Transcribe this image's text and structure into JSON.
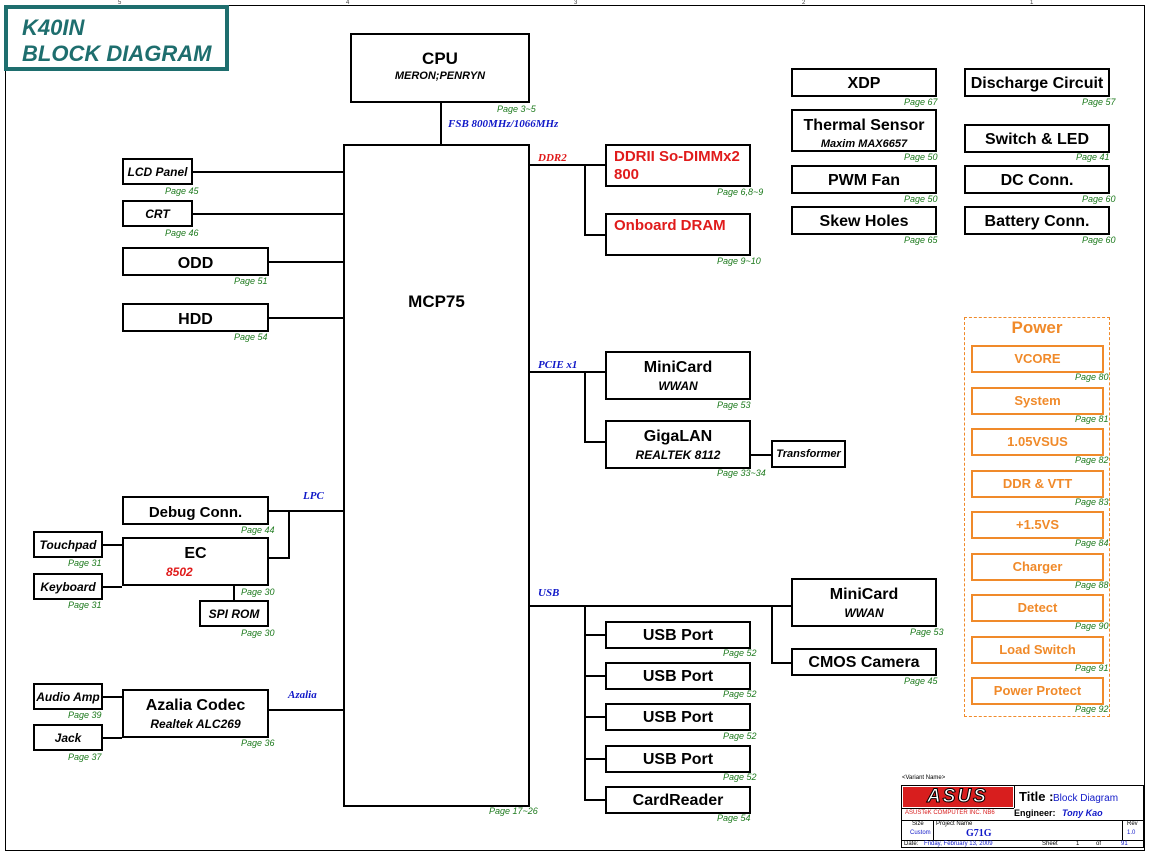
{
  "header": {
    "title_line1": "K40IN",
    "title_line2": "BLOCK DIAGRAM"
  },
  "cpu": {
    "name": "CPU",
    "sub": "MERON;PENRYN",
    "page": "Page 3~5"
  },
  "fsb": "FSB 800MHz/1066MHz",
  "mcp": {
    "name": "MCP75",
    "page": "Page 17~26"
  },
  "left": {
    "lcd": {
      "name": "LCD Panel",
      "page": "Page 45"
    },
    "crt": {
      "name": "CRT",
      "page": "Page 46"
    },
    "odd": {
      "name": "ODD",
      "page": "Page 51"
    },
    "hdd": {
      "name": "HDD",
      "page": "Page 54"
    },
    "debug": {
      "name": "Debug Conn.",
      "page": "Page 44"
    },
    "ec": {
      "name": "EC",
      "sub": "8502",
      "page": "Page 30"
    },
    "touchpad": {
      "name": "Touchpad",
      "page": "Page 31"
    },
    "keyboard": {
      "name": "Keyboard",
      "page": "Page 31"
    },
    "spirom": {
      "name": "SPI ROM",
      "page": "Page 30"
    },
    "audioamp": {
      "name": "Audio Amp",
      "page": "Page 39"
    },
    "jack": {
      "name": "Jack",
      "page": "Page 37"
    },
    "azalia_codec": {
      "name": "Azalia Codec",
      "sub": "Realtek ALC269",
      "page": "Page 36"
    }
  },
  "buses": {
    "ddr2": "DDR2",
    "pcie": "PCIE x1",
    "lpc": "LPC",
    "usb": "USB",
    "azalia": "Azalia"
  },
  "right": {
    "sodimm": {
      "line1": "DDRII So-DIMMx2",
      "line2": "800",
      "page": "Page 6,8~9"
    },
    "dram": {
      "name": "Onboard DRAM",
      "page": "Page 9~10"
    },
    "minicard1": {
      "name": "MiniCard",
      "sub": "WWAN",
      "page": "Page 53"
    },
    "gigalan": {
      "name": "GigaLAN",
      "sub": "REALTEK 8112",
      "page": "Page 33~34"
    },
    "transformer": {
      "name": "Transformer"
    },
    "minicard2": {
      "name": "MiniCard",
      "sub": "WWAN",
      "page": "Page 53"
    },
    "cmos": {
      "name": "CMOS Camera",
      "page": "Page 45"
    },
    "usb1": {
      "name": "USB Port",
      "page": "Page 52"
    },
    "usb2": {
      "name": "USB Port",
      "page": "Page 52"
    },
    "usb3": {
      "name": "USB Port",
      "page": "Page 52"
    },
    "usb4": {
      "name": "USB Port",
      "page": "Page 52"
    },
    "cardreader": {
      "name": "CardReader",
      "page": "Page 54"
    }
  },
  "misc": {
    "xdp": {
      "name": "XDP",
      "page": "Page 67"
    },
    "thermal": {
      "name": "Thermal Sensor",
      "sub": "Maxim MAX6657",
      "page": "Page 50"
    },
    "fan": {
      "name": "PWM Fan",
      "page": "Page 50"
    },
    "skew": {
      "name": "Skew Holes",
      "page": "Page 65"
    },
    "discharge": {
      "name": "Discharge Circuit",
      "page": "Page 57"
    },
    "switch": {
      "name": "Switch & LED",
      "page": "Page 41"
    },
    "dcconn": {
      "name": "DC Conn.",
      "page": "Page 60"
    },
    "battery": {
      "name": "Battery Conn.",
      "page": "Page 60"
    }
  },
  "power": {
    "title": "Power",
    "items": [
      {
        "name": "VCORE",
        "page": "Page 80"
      },
      {
        "name": "System",
        "page": "Page 81"
      },
      {
        "name": "1.05VSUS",
        "page": "Page 82"
      },
      {
        "name": "DDR & VTT",
        "page": "Page 83"
      },
      {
        "name": "+1.5VS",
        "page": "Page 84"
      },
      {
        "name": "Charger",
        "page": "Page 88"
      },
      {
        "name": "Detect",
        "page": "Page 90"
      },
      {
        "name": "Load Switch",
        "page": "Page 91"
      },
      {
        "name": "Power Protect",
        "page": "Page 92"
      }
    ]
  },
  "titleblock": {
    "variant": "<Variant Name>",
    "logo": "ASUS",
    "title_label": "Title :",
    "title_value": "Block Diagram",
    "company": "ASUSTeK COMPUTER INC. NB6",
    "engineer_label": "Engineer:",
    "engineer": "Tony Kao",
    "size_label": "Size",
    "size_value": "Custom",
    "project_label": "Project Name",
    "project_value": "G71G",
    "rev_label": "Rev",
    "rev_value": "1.0",
    "date_label": "Date:",
    "date_value": "Friday, February 13, 2009",
    "sheet_label": "Sheet",
    "sheet_value": "1",
    "of_label": "of",
    "of_value": "91"
  },
  "colors": {
    "page_green": "#1d7a1d",
    "bus_blue": "#1018c8",
    "power_orange": "#f08a2a",
    "red_text": "#e01b1b",
    "title_teal": "#1e6e6e"
  }
}
